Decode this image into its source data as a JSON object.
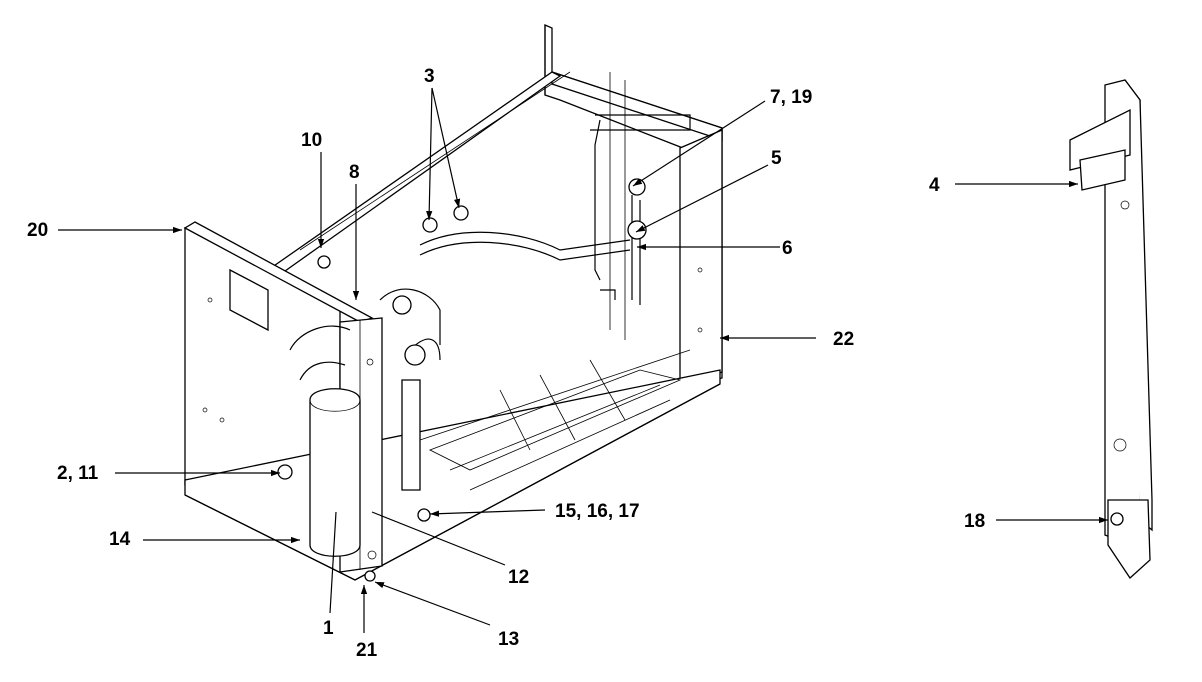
{
  "callouts": {
    "c1": "1",
    "c2_11": "2, 11",
    "c3": "3",
    "c4": "4",
    "c5": "5",
    "c6": "6",
    "c7_19": "7, 19",
    "c8": "8",
    "c10": "10",
    "c12": "12",
    "c13": "13",
    "c14": "14",
    "c15_16_17": "15, 16, 17",
    "c18": "18",
    "c20": "20",
    "c21": "21",
    "c22": "22"
  }
}
